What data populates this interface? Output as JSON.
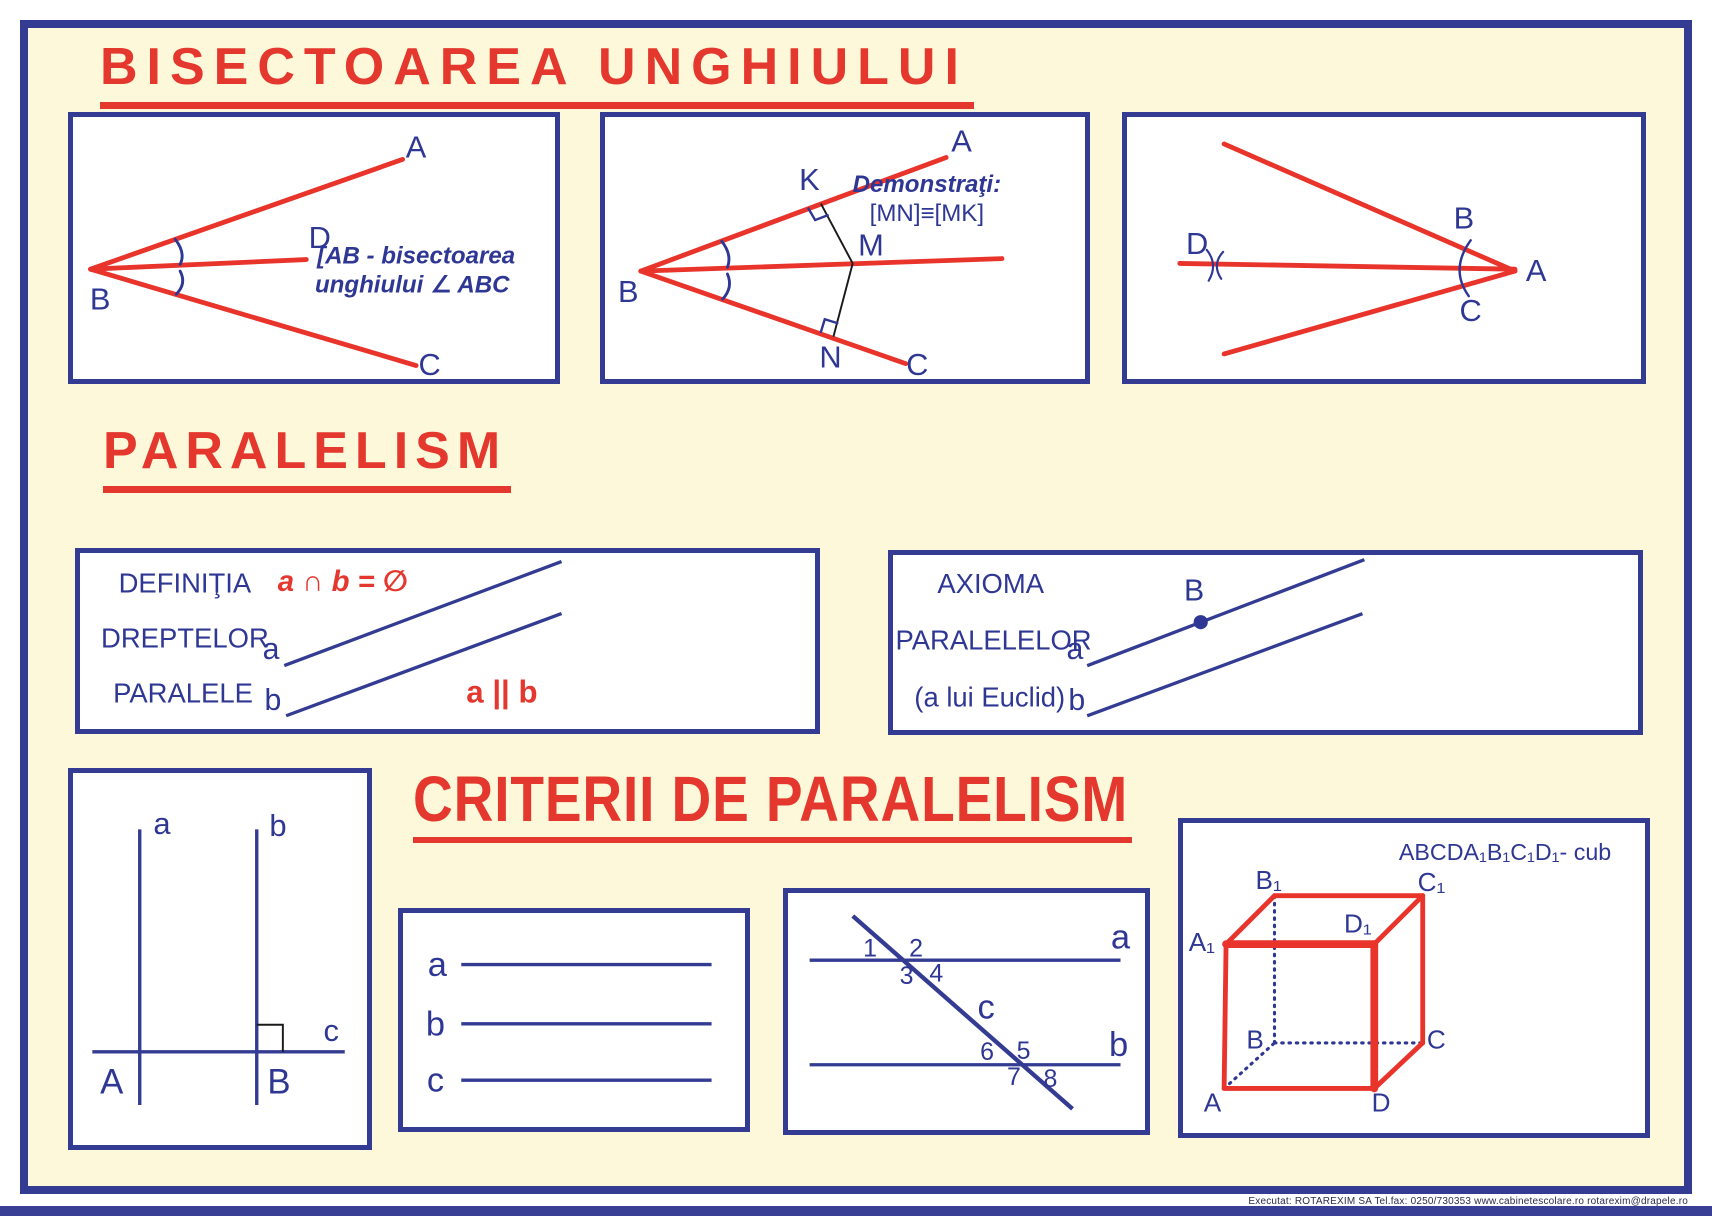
{
  "titles": {
    "bisectoarea": "BISECTOAREA UNGHIULUI",
    "paralelism": "PARALELISM",
    "criterii": "CRITERII DE PARALELISM"
  },
  "colors": {
    "red": "#e4372e",
    "blue": "#333b92",
    "cream": "#fdf8d9"
  },
  "bisector_basic": {
    "label_a": "A",
    "label_b": "B",
    "label_c": "C",
    "label_d": "D",
    "caption_line1": "[AB - bisectoarea",
    "caption_line2": "unghiului ∠ ABC"
  },
  "bisector_proof": {
    "label_a": "A",
    "label_b": "B",
    "label_c": "C",
    "label_k": "K",
    "label_m": "M",
    "label_n": "N",
    "task_line1": "Demonstraţi:",
    "task_line2": "[MN]≡[MK]"
  },
  "bisector_construction": {
    "label_a": "A",
    "label_b": "B",
    "label_c": "C",
    "label_d": "D"
  },
  "definition_box": {
    "title_line1": "DEFINIŢIA",
    "title_line2": "DREPTELOR",
    "title_line3": "PARALELE",
    "formula": "a ∩ b = ∅",
    "label_a": "a",
    "label_b": "b",
    "parallel_note": "a || b"
  },
  "axiom_box": {
    "title_line1": "AXIOMA",
    "title_line2": "PARALELELOR",
    "title_line3": "(a lui Euclid)",
    "label_a": "a",
    "label_b": "b",
    "label_point_b": "B"
  },
  "perpendicular_box": {
    "label_line_a": "a",
    "label_line_b": "b",
    "label_line_c": "c",
    "label_point_a": "A",
    "label_point_b": "B"
  },
  "three_lines_box": {
    "label_a": "a",
    "label_b": "b",
    "label_c": "c"
  },
  "transversal_box": {
    "label_a": "a",
    "label_b": "b",
    "label_c": "c",
    "angles": [
      "1",
      "2",
      "3",
      "4",
      "5",
      "6",
      "7",
      "8"
    ]
  },
  "cube_box": {
    "caption": "ABCDA₁B₁C₁D₁- cub",
    "label_a": "A",
    "label_b": "B",
    "label_c": "C",
    "label_d": "D",
    "label_a1": "A₁",
    "label_b1": "B₁",
    "label_c1": "C₁",
    "label_d1": "D₁"
  },
  "footer": {
    "credits": "Executat: ROTAREXIM SA   Tel.fax: 0250/730353    www.cabinetescolare.ro    rotarexim@drapele.ro"
  }
}
